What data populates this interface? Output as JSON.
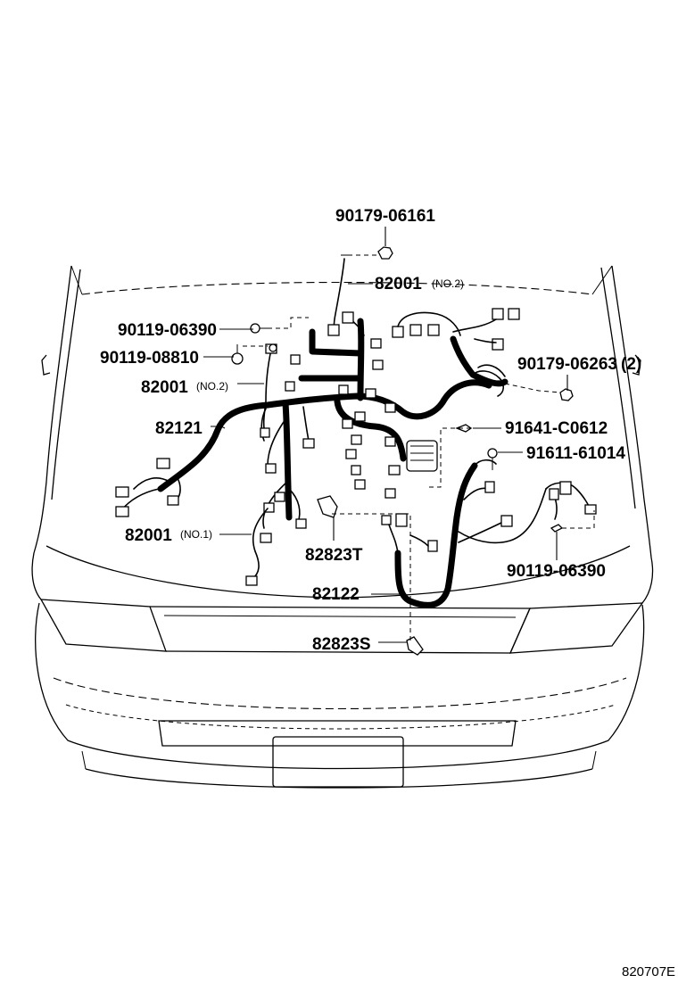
{
  "diagram_code": "820707E",
  "callouts": [
    {
      "id": "c1",
      "part": "90179-06161",
      "note": ""
    },
    {
      "id": "c2",
      "part": "82001",
      "note": "(NO.2)"
    },
    {
      "id": "c3",
      "part": "90119-06390",
      "note": ""
    },
    {
      "id": "c4",
      "part": "90119-08810",
      "note": ""
    },
    {
      "id": "c5",
      "part": "82001",
      "note": "(NO.2)"
    },
    {
      "id": "c6",
      "part": "90179-06263",
      "note": "(2)"
    },
    {
      "id": "c7",
      "part": "82121",
      "note": ""
    },
    {
      "id": "c8",
      "part": "91641-C0612",
      "note": ""
    },
    {
      "id": "c9",
      "part": "91611-61014",
      "note": ""
    },
    {
      "id": "c10",
      "part": "82001",
      "note": "(NO.1)"
    },
    {
      "id": "c11",
      "part": "82823T",
      "note": ""
    },
    {
      "id": "c12",
      "part": "90119-06390",
      "note": ""
    },
    {
      "id": "c13",
      "part": "82122",
      "note": ""
    },
    {
      "id": "c14",
      "part": "82823S",
      "note": ""
    }
  ]
}
